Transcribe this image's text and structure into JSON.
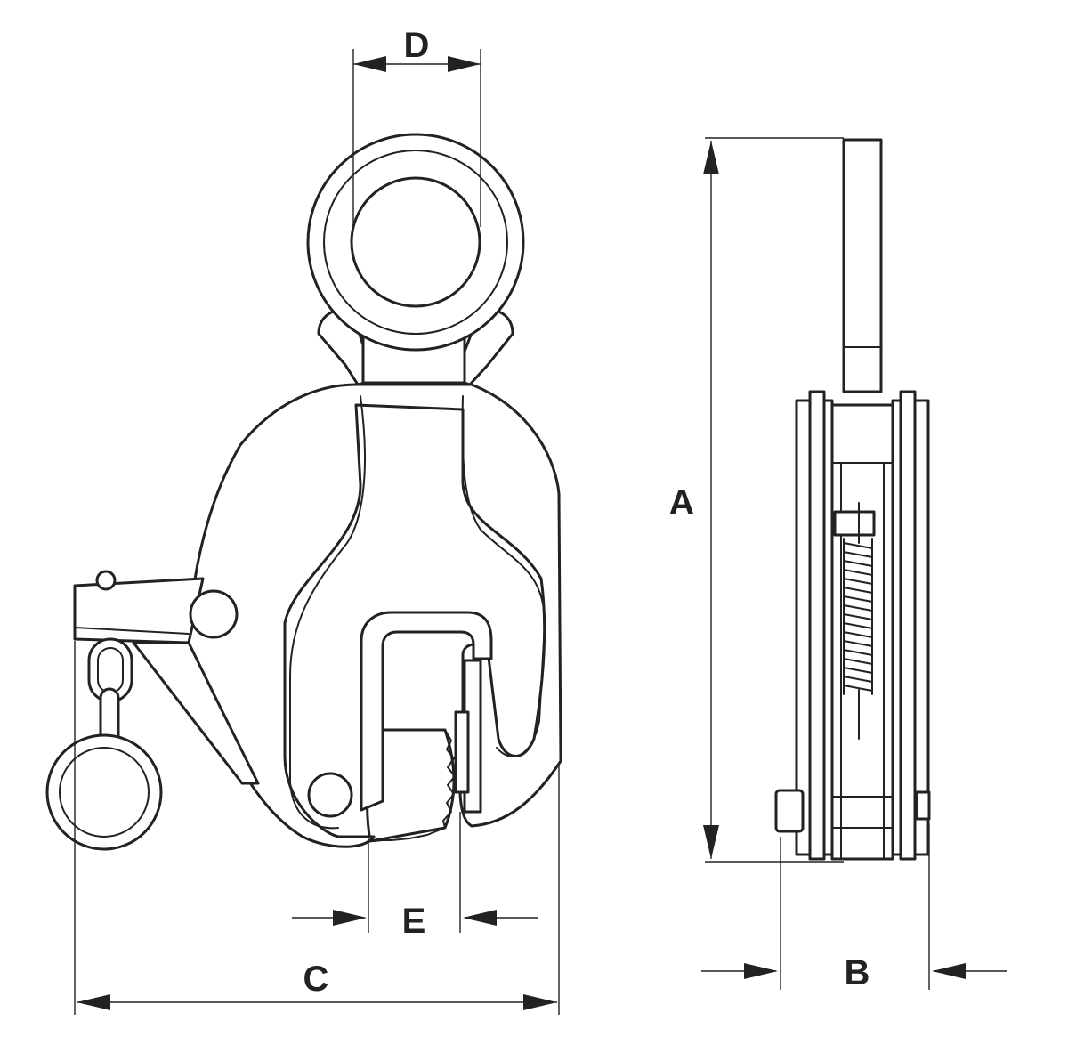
{
  "labels": {
    "A": "A",
    "B": "B",
    "C": "C",
    "D": "D",
    "E": "E"
  },
  "colors": {
    "line": "#222222",
    "background": "#ffffff"
  }
}
